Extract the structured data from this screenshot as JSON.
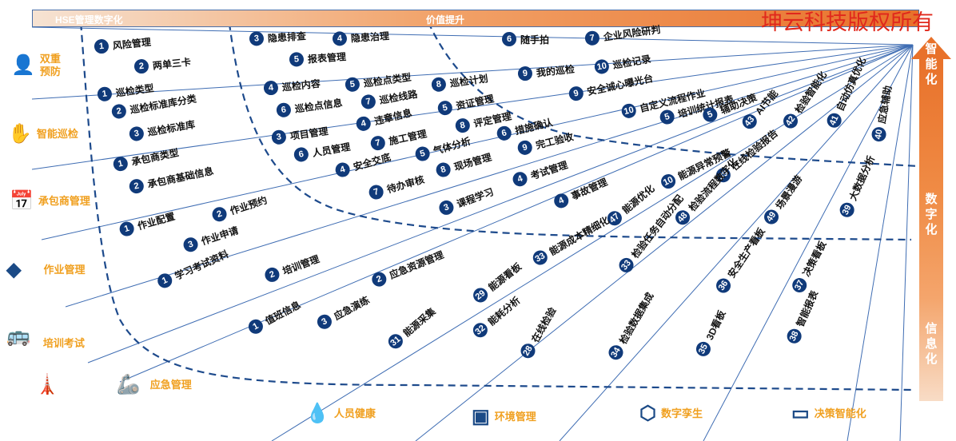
{
  "top_bar": {
    "left_label": "HSE管理数字化",
    "center_label": "价值提升"
  },
  "copyright": "坤云科技版权所有",
  "right_axis": {
    "smart": "智能化",
    "digital": "数字化",
    "informatized": "信息化"
  },
  "categories": {
    "dual_prevention": "双重预防",
    "smart_patrol": "智能巡检",
    "contractor": "承包商管理",
    "operation": "作业管理",
    "training": "培训考试",
    "emergency": "应急管理",
    "health": "人员健康",
    "environment": "环境管理",
    "twin": "数字孪生",
    "decision": "决策智能化"
  },
  "items": [
    {
      "n": "1",
      "label": "风险管理"
    },
    {
      "n": "2",
      "label": "两单三卡"
    },
    {
      "n": "3",
      "label": "隐患排查"
    },
    {
      "n": "4",
      "label": "隐患治理"
    },
    {
      "n": "5",
      "label": "报表管理"
    },
    {
      "n": "6",
      "label": "随手拍"
    },
    {
      "n": "7",
      "label": "企业风险研判"
    },
    {
      "n": "9",
      "label": "我的巡检"
    },
    {
      "n": "10",
      "label": "巡检记录"
    },
    {
      "n": "1",
      "label": "巡检类型"
    },
    {
      "n": "2",
      "label": "巡检标准库分类"
    },
    {
      "n": "3",
      "label": "巡检标准库"
    },
    {
      "n": "4",
      "label": "巡检内容"
    },
    {
      "n": "5",
      "label": "巡检点类型"
    },
    {
      "n": "8",
      "label": "巡检计划"
    },
    {
      "n": "6",
      "label": "巡检点信息"
    },
    {
      "n": "7",
      "label": "巡检线路"
    },
    {
      "n": "9",
      "label": "安全诚心曝光台"
    },
    {
      "n": "10",
      "label": "自定义流程作业"
    },
    {
      "n": "5",
      "label": "资证管理"
    },
    {
      "n": "4",
      "label": "违章信息"
    },
    {
      "n": "8",
      "label": "评定管理"
    },
    {
      "n": "3",
      "label": "项目管理"
    },
    {
      "n": "6",
      "label": "人员管理"
    },
    {
      "n": "7",
      "label": "施工管理"
    },
    {
      "n": "6",
      "label": "措施确认"
    },
    {
      "n": "9",
      "label": "完工验收"
    },
    {
      "n": "5",
      "label": "气体分析"
    },
    {
      "n": "5",
      "label": "培训统计报表"
    },
    {
      "n": "5",
      "label": "辅助决策"
    },
    {
      "n": "43",
      "label": "AI节能"
    },
    {
      "n": "42",
      "label": "检验智能化"
    },
    {
      "n": "41",
      "label": "自动仿真优化"
    },
    {
      "n": "40",
      "label": "应急辅助"
    },
    {
      "n": "1",
      "label": "承包商类型"
    },
    {
      "n": "2",
      "label": "承包商基础信息"
    },
    {
      "n": "4",
      "label": "安全交底"
    },
    {
      "n": "8",
      "label": "现场管理"
    },
    {
      "n": "7",
      "label": "待办审核"
    },
    {
      "n": "4",
      "label": "考试管理"
    },
    {
      "n": "10",
      "label": "能源异常预警"
    },
    {
      "n": "3",
      "label": "课程学习"
    },
    {
      "n": "4",
      "label": "事故管理"
    },
    {
      "n": "39",
      "label": "在线检验报告"
    },
    {
      "n": "47",
      "label": "能源优化"
    },
    {
      "n": "48",
      "label": "检验流程数字化"
    },
    {
      "n": "1",
      "label": "作业配置"
    },
    {
      "n": "2",
      "label": "作业预约"
    },
    {
      "n": "3",
      "label": "作业申请"
    },
    {
      "n": "49",
      "label": "场景漫游"
    },
    {
      "n": "39",
      "label": "大数据分析"
    },
    {
      "n": "33",
      "label": "能源成本精细化"
    },
    {
      "n": "2",
      "label": "培训管理"
    },
    {
      "n": "2",
      "label": "应急资源管理"
    },
    {
      "n": "1",
      "label": "学习考试资料"
    },
    {
      "n": "29",
      "label": "能源看板"
    },
    {
      "n": "33",
      "label": "检验任务自动分配"
    },
    {
      "n": "36",
      "label": "安全生产看板"
    },
    {
      "n": "37",
      "label": "决策看板"
    },
    {
      "n": "1",
      "label": "值班信息"
    },
    {
      "n": "3",
      "label": "应急演练"
    },
    {
      "n": "32",
      "label": "能耗分析"
    },
    {
      "n": "31",
      "label": "能源采集"
    },
    {
      "n": "28",
      "label": "在线检验"
    },
    {
      "n": "34",
      "label": "检验数据集成"
    },
    {
      "n": "35",
      "label": "3D看板"
    },
    {
      "n": "38",
      "label": "智能报表"
    }
  ]
}
